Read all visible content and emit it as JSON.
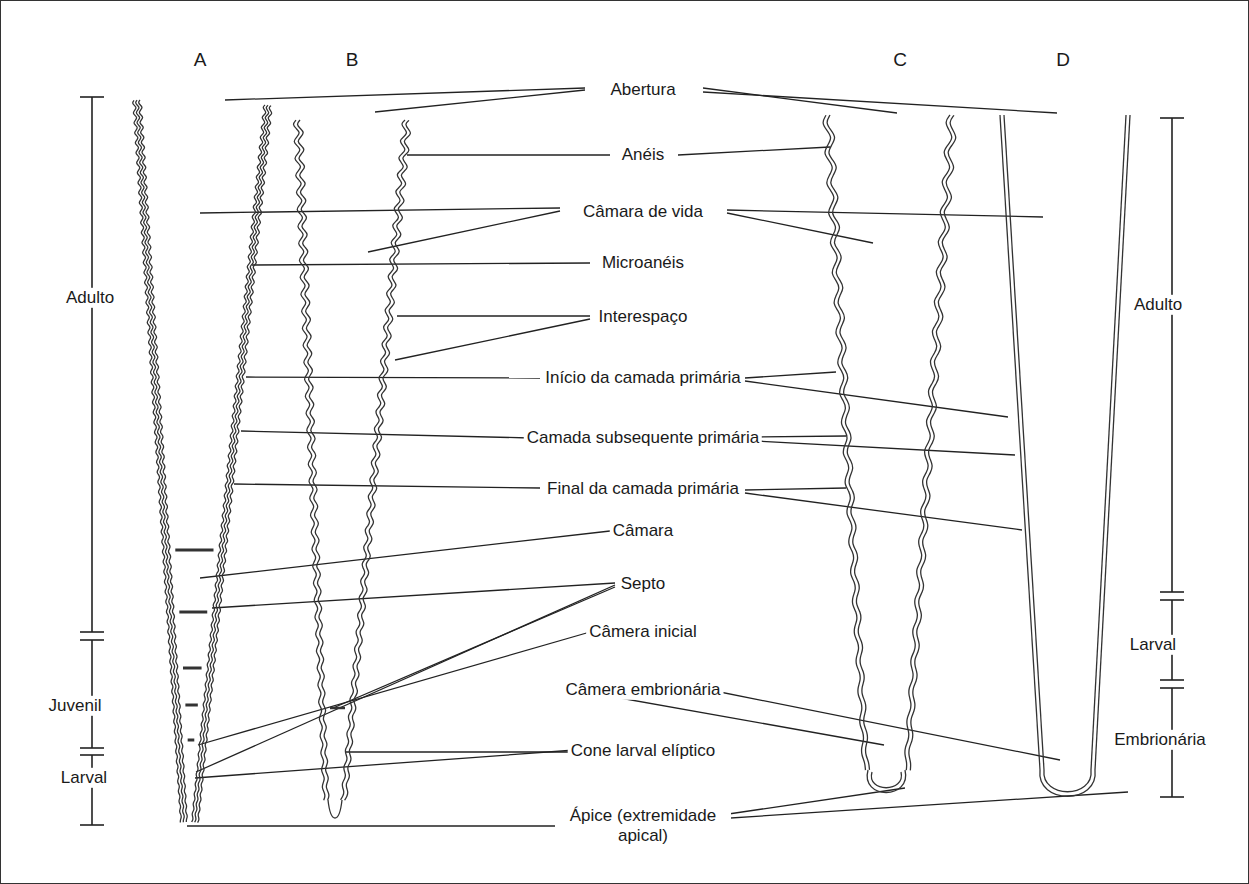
{
  "diagram": {
    "labels": [
      "A",
      "B",
      "C",
      "D",
      "Abertura",
      "Anéis",
      "Câmara de vida",
      "Microanéis",
      "Interespaço",
      "Início da camada primária",
      "Camada subsequente primária",
      "Final da camada primária",
      "Câmara",
      "Septo",
      "Câmera inicial",
      "Câmera embrionária",
      "Cone larval elíptico",
      "Ápice (extremidade apical)",
      "Adulto",
      "Juvenil",
      "Larval",
      "Adulto",
      "Larval",
      "Embrionária"
    ]
  }
}
